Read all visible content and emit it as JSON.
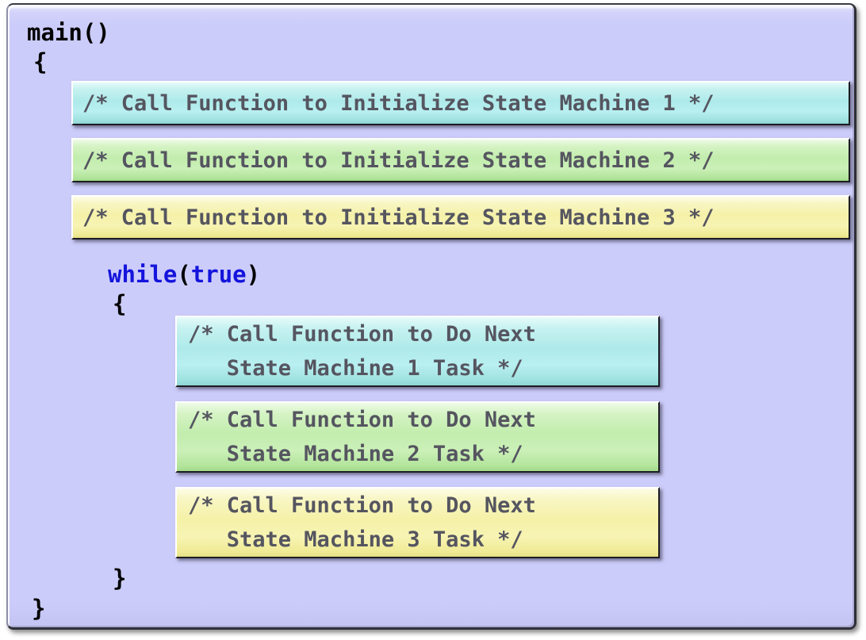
{
  "panel": {
    "background_color": "#ccccfa",
    "language": "c"
  },
  "code": {
    "function_header": "main()",
    "open_brace": "{",
    "loop_keyword": "while",
    "loop_paren_open": "(",
    "loop_condition": "true",
    "loop_paren_close": ")",
    "loop_open_brace": "{",
    "loop_close_brace": "}",
    "function_close_brace": "}",
    "keyword_color": "#1414dc",
    "text_color": "#000000"
  },
  "init_boxes": [
    {
      "text": "/* Call Function to Initialize State Machine 1 */",
      "color": "#aeeaea",
      "machine": "1"
    },
    {
      "text": "/* Call Function to Initialize State Machine 2 */",
      "color": "#c2edad",
      "machine": "2"
    },
    {
      "text": "/* Call Function to Initialize State Machine 3 */",
      "color": "#f5f1a8",
      "machine": "3"
    }
  ],
  "task_boxes": [
    {
      "line1": "/* Call Function to Do Next",
      "line2": "   State Machine 1 Task */",
      "color": "#aeeaea",
      "machine": "1"
    },
    {
      "line1": "/* Call Function to Do Next",
      "line2": "   State Machine 2 Task */",
      "color": "#c2edad",
      "machine": "2"
    },
    {
      "line1": "/* Call Function to Do Next",
      "line2": "   State Machine 3 Task */",
      "color": "#f5f1a8",
      "machine": "3"
    }
  ]
}
